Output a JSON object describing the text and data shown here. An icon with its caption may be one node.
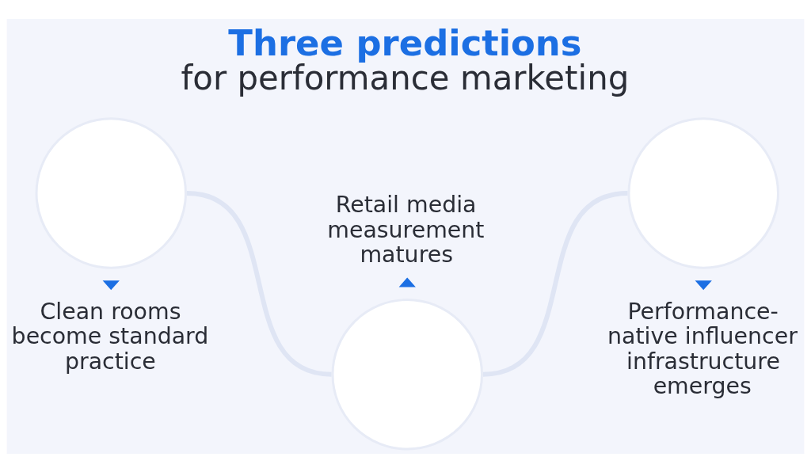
{
  "diagram": {
    "title": "**Three predictions** for performance marketing",
    "nodes": [
      {
        "text": [],
        "shape": "circle",
        "beside": [
          "Clean rooms become standard practice"
        ]
      },
      {
        "text": [],
        "shape": "circle",
        "beside": [
          "Retail media measurement matures"
        ]
      },
      {
        "text": [],
        "shape": "circle",
        "beside": [
          "Performance-native influencer infrastructure emerges"
        ]
      }
    ],
    "edges": [
      {
        "from": 0,
        "to": 1,
        "arrow": "none"
      },
      {
        "from": 1,
        "to": 2,
        "arrow": "none"
      }
    ]
  }
}
